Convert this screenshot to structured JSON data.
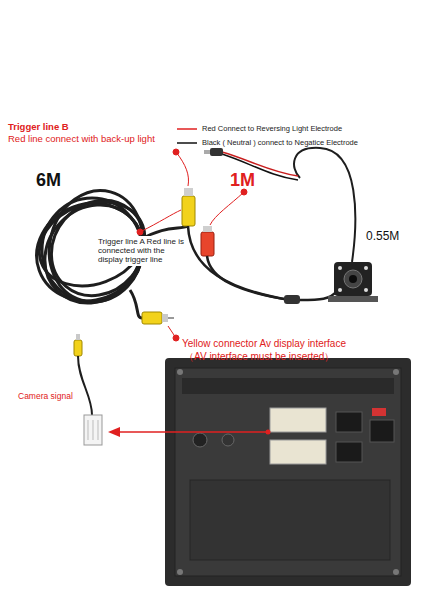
{
  "diagram": {
    "labels": [
      "Trigger line B",
      "Red line connect with back-up light",
      "6M",
      "1M",
      "0.55M",
      "Trigger line A Red line is connected with the display trigger line",
      "Yellow connector Av display interface",
      "（AV interface must be inserted）",
      "Camera signal"
    ],
    "legend": [
      {
        "text": "Red Connect to Reversing Light Electrode"
      },
      {
        "text": "Black ( Neutral ) connect to Negatice Electrode"
      }
    ]
  }
}
